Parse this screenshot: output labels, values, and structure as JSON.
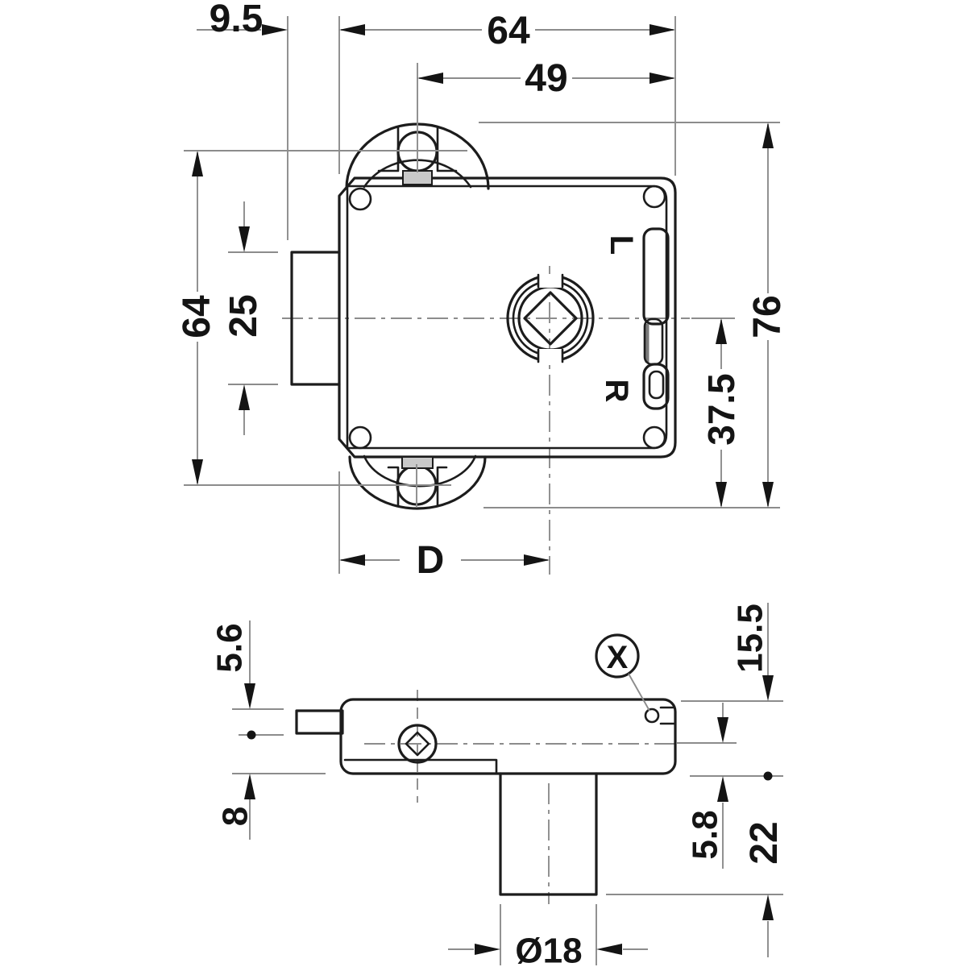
{
  "drawing": {
    "title": "lock-case-dimension-drawing",
    "dims": {
      "offset_9_5": "9.5",
      "width_64": "64",
      "width_49": "49",
      "height_64": "64",
      "flange_25": "25",
      "overall_76": "76",
      "lower_37_5": "37.5",
      "backset_D": "D",
      "bolt_5_6": "5.6",
      "left_8": "8",
      "case_15_5": "15.5",
      "offset_5_8": "5.8",
      "spindle_22": "22",
      "dia_18": "Ø18"
    },
    "labels": {
      "left_hand": "L",
      "right_hand": "R",
      "detail": "X"
    }
  }
}
